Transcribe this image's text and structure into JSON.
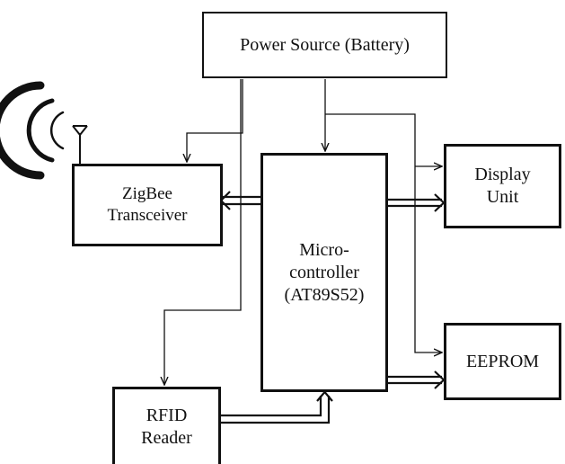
{
  "blocks": {
    "power": {
      "label": "Power Source (Battery)"
    },
    "zigbee": {
      "line1": "ZigBee",
      "line2": "Transceiver"
    },
    "mcu": {
      "line1": "Micro-",
      "line2": "controller",
      "line3": "(AT89S52)"
    },
    "display": {
      "line1": "Display",
      "line2": "Unit"
    },
    "eeprom": {
      "label": "EEPROM"
    },
    "rfid": {
      "line1": "RFID",
      "line2": "Reader"
    }
  },
  "icons": [
    "antenna-icon",
    "radio-waves-icon"
  ]
}
